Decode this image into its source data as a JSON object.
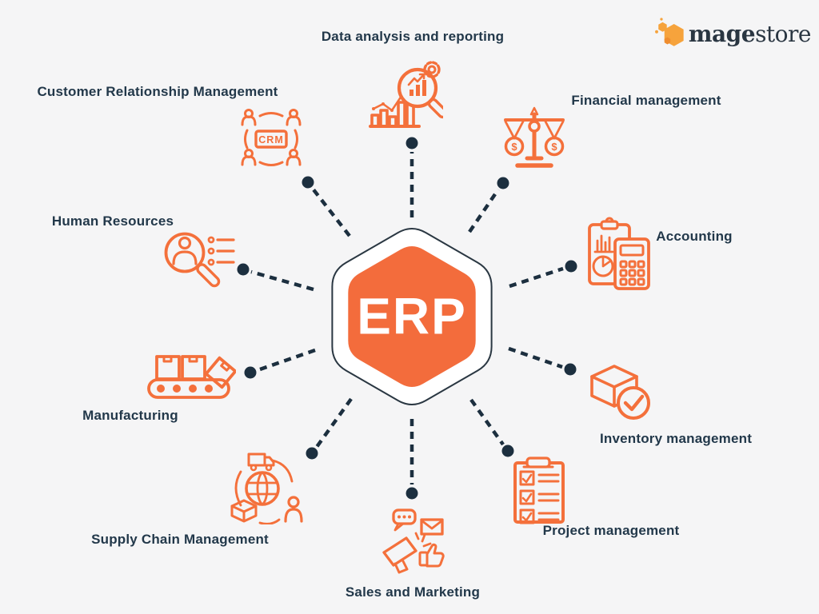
{
  "title": "ERP modules diagram",
  "center": {
    "label": "ERP"
  },
  "logo": {
    "name_bold": "mage",
    "name_regular": "store",
    "icon": "magestore-hexagon-logo"
  },
  "modules": [
    {
      "label": "Data analysis and reporting",
      "icon": "chart-magnifier-icon"
    },
    {
      "label": "Financial management",
      "icon": "balance-scale-icon"
    },
    {
      "label": "Accounting",
      "icon": "clipboard-calculator-icon"
    },
    {
      "label": "Inventory management",
      "icon": "box-check-icon"
    },
    {
      "label": "Project management",
      "icon": "checklist-clipboard-icon"
    },
    {
      "label": "Sales and Marketing",
      "icon": "megaphone-icon"
    },
    {
      "label": "Supply Chain Management",
      "icon": "logistics-globe-icon"
    },
    {
      "label": "Manufacturing",
      "icon": "conveyor-belt-icon"
    },
    {
      "label": "Human Resources",
      "icon": "person-magnifier-icon"
    },
    {
      "label": "Customer Relationship Management",
      "icon": "crm-network-icon"
    }
  ],
  "icon_texts": {
    "crm": "CRM",
    "dollar": "$"
  },
  "colors": {
    "accent_orange": "#F4703B",
    "hexagon_orange": "#F36C3C",
    "navy_text": "#22384A",
    "connector_navy": "#1C2F3F",
    "logo_amber": "#F6A33C",
    "background": "#F5F5F6",
    "center_text": "#FFFFFF"
  }
}
